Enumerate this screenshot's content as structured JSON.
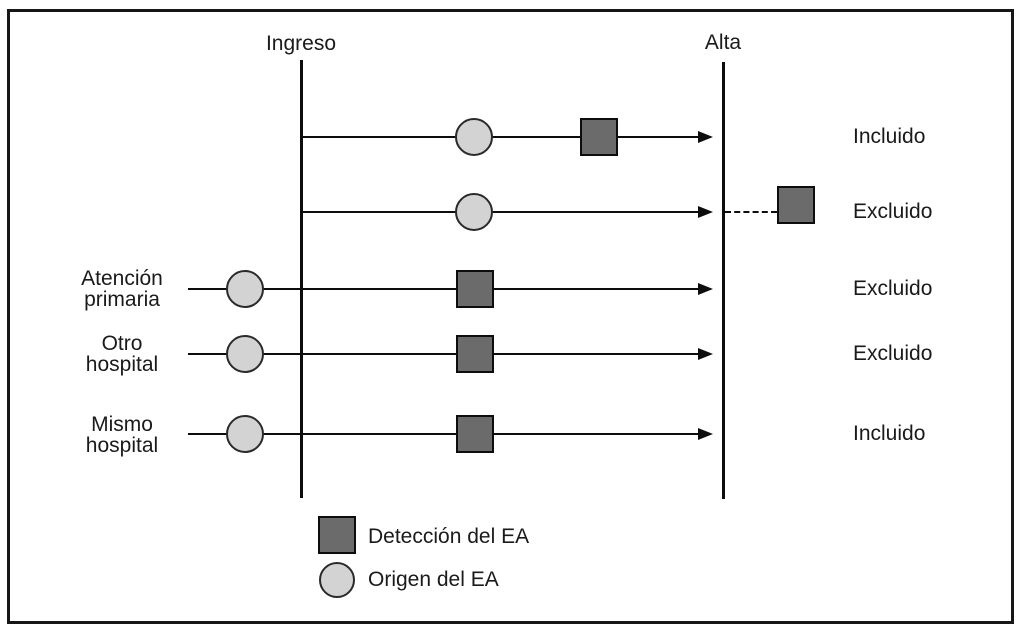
{
  "figure": {
    "type": "timeline-inclusion-diagram",
    "milestones": {
      "admission_label": "Ingreso",
      "discharge_label": "Alta"
    },
    "rows": [
      {
        "left_label": {
          "line1": "",
          "line2": ""
        },
        "origin_of_ea": "during_stay",
        "detection_of_ea": "during_stay",
        "status": "Incluido"
      },
      {
        "left_label": {
          "line1": "",
          "line2": ""
        },
        "origin_of_ea": "during_stay",
        "detection_of_ea": "after_discharge",
        "status": "Excluido"
      },
      {
        "left_label": {
          "line1": "Atención",
          "line2": "primaria"
        },
        "origin_of_ea": "before_admission",
        "detection_of_ea": "during_stay",
        "status": "Excluido"
      },
      {
        "left_label": {
          "line1": "Otro",
          "line2": "hospital"
        },
        "origin_of_ea": "before_admission",
        "detection_of_ea": "during_stay",
        "status": "Excluido"
      },
      {
        "left_label": {
          "line1": "Mismo",
          "line2": "hospital"
        },
        "origin_of_ea": "before_admission",
        "detection_of_ea": "during_stay",
        "status": "Incluido"
      }
    ],
    "legend": {
      "detection_label": "Detección del EA",
      "origin_label": "Origen del EA"
    },
    "colors": {
      "detection_fill": "#6b6b6b",
      "origin_fill": "#d3d3d3",
      "line": "#0d0d0d"
    }
  }
}
